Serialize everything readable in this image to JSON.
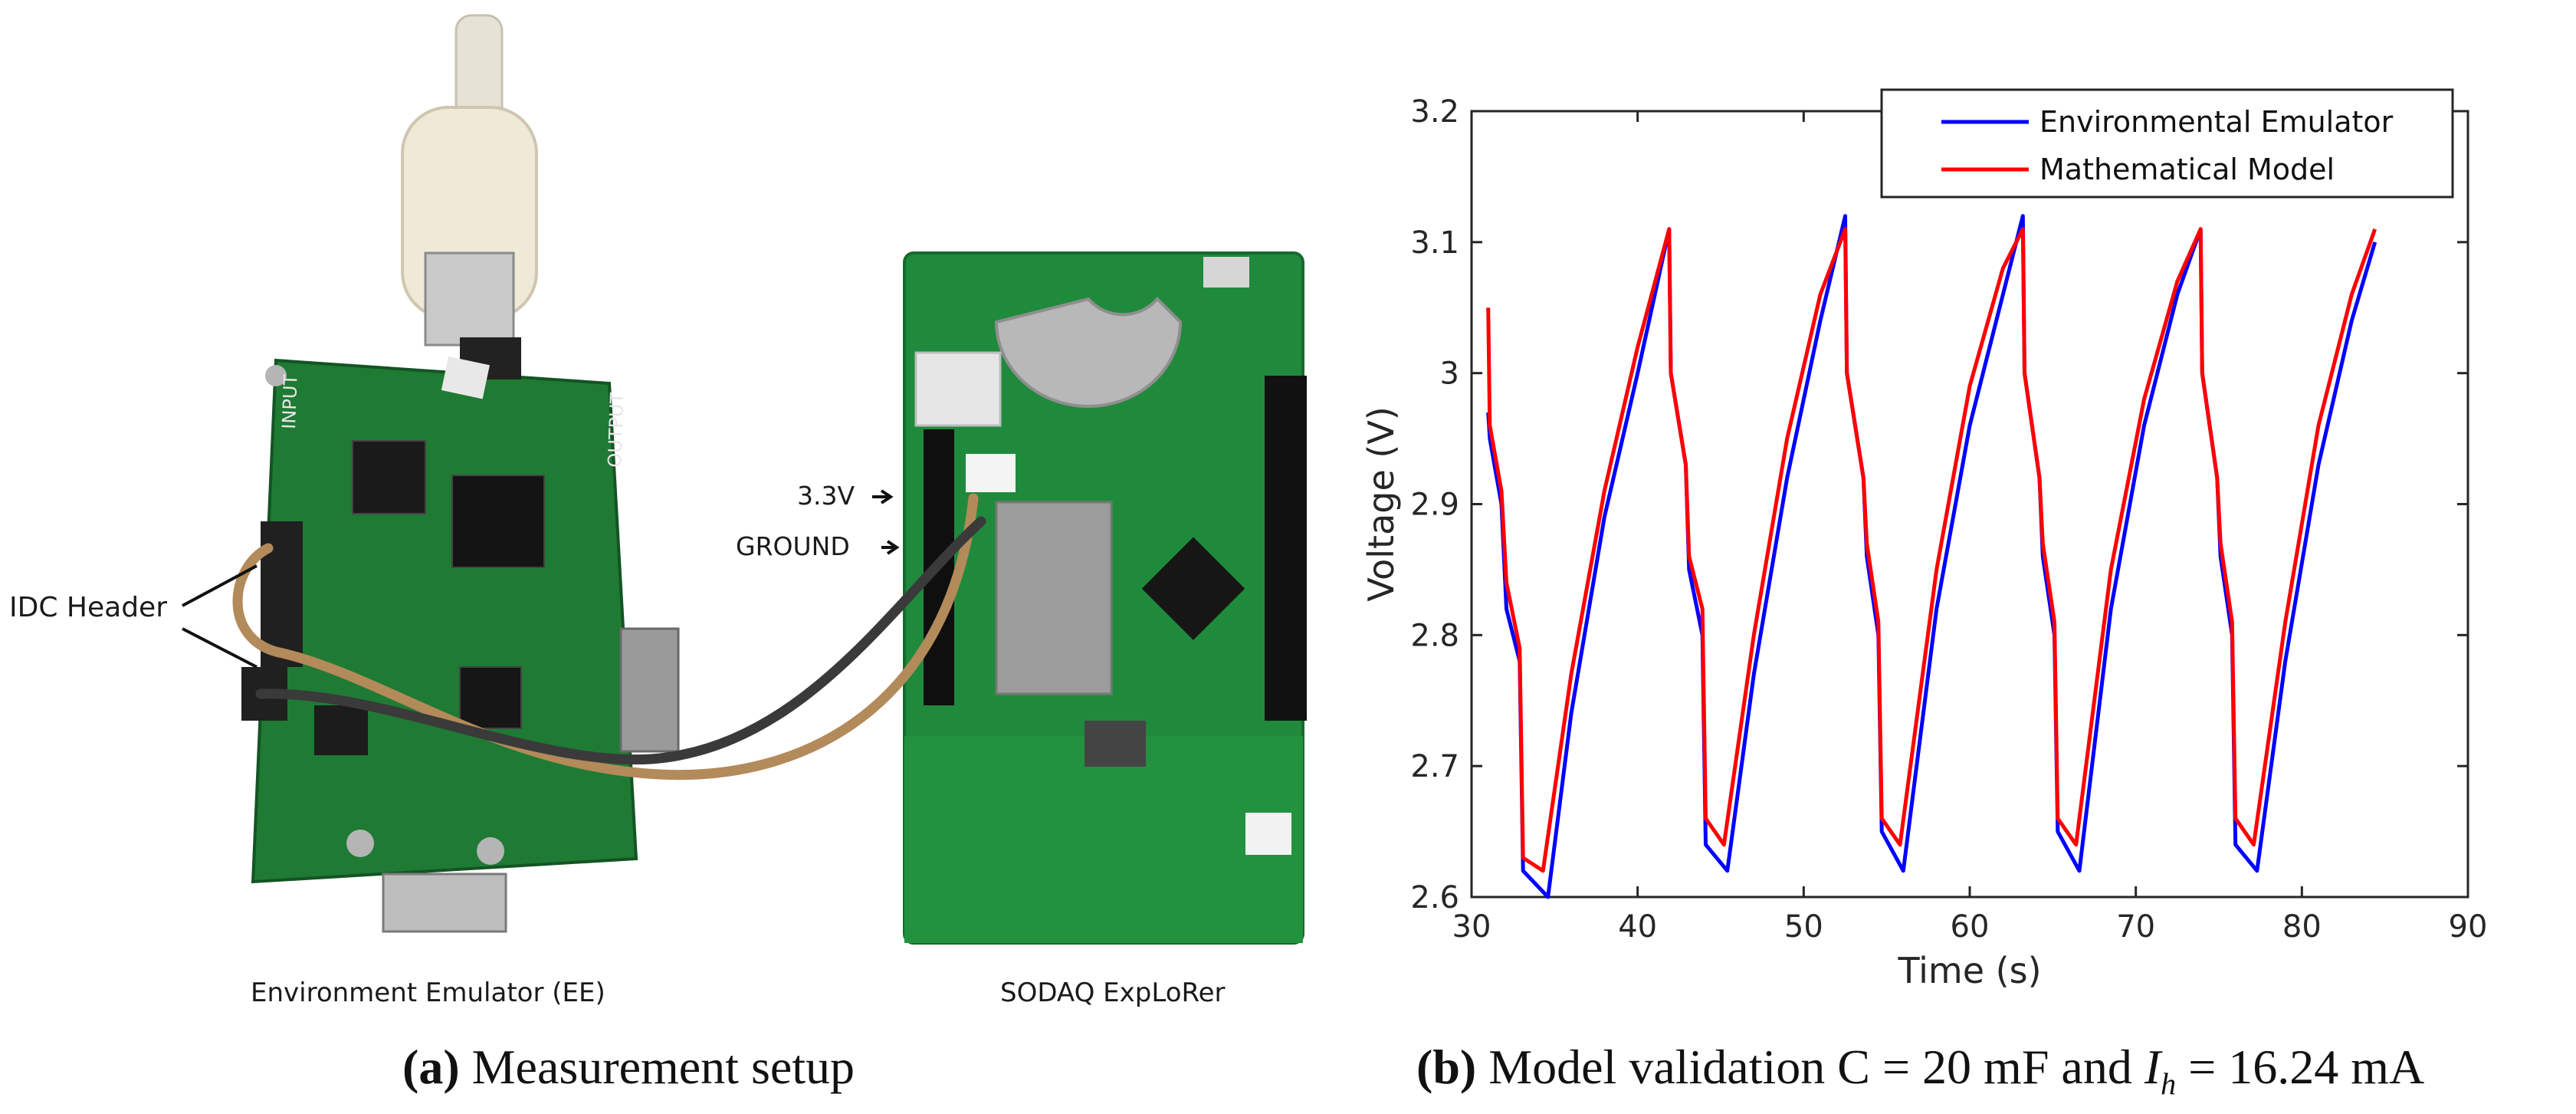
{
  "panel_a": {
    "labels": {
      "idc_header": "IDC Header",
      "v33": "3.3V",
      "ground": "GROUND",
      "ee": "Environment Emulator (EE)",
      "sodaq": "SODAQ ExpLoRer"
    },
    "caption": {
      "letter": "(a)",
      "text": "Measurement setup"
    },
    "board_silkscreen": {
      "input": "INPUT",
      "output": "OUTPUT"
    },
    "colors": {
      "pcb_green": "#1f7a34",
      "wire_brown": "#b38a5a",
      "wire_black": "#3a3a3a"
    }
  },
  "panel_b": {
    "caption": {
      "letter": "(b)",
      "text_before": "Model validation C = 20 mF and ",
      "ih_main": "I",
      "ih_sub": "h",
      "text_after": " = 16.24 mA"
    }
  },
  "chart_data": {
    "type": "line",
    "xlabel": "Time (s)",
    "ylabel": "Voltage (V)",
    "xlim": [
      30,
      90
    ],
    "ylim": [
      2.6,
      3.2
    ],
    "xticks": [
      "30",
      "40",
      "50",
      "60",
      "70",
      "80",
      "90"
    ],
    "yticks": [
      "2.6",
      "2.7",
      "2.8",
      "2.9",
      "3",
      "3.1",
      "3.2"
    ],
    "legend_position": "top-right",
    "grid": false,
    "series": [
      {
        "name": "Environmental Emulator",
        "color": "#0000ff",
        "x": [
          31.0,
          31.1,
          31.8,
          32.1,
          32.9,
          33.1,
          34.6,
          36.0,
          38.0,
          40.0,
          41.9,
          42.0,
          42.9,
          43.1,
          43.9,
          44.1,
          45.4,
          47.0,
          49.0,
          51.0,
          52.5,
          52.6,
          53.6,
          53.8,
          54.5,
          54.7,
          56.0,
          58.0,
          60.0,
          62.0,
          63.2,
          63.3,
          64.2,
          64.4,
          65.1,
          65.3,
          66.6,
          68.5,
          70.5,
          72.5,
          73.9,
          74.0,
          74.9,
          75.1,
          75.8,
          76.0,
          77.3,
          79.0,
          81.0,
          83.0,
          84.4
        ],
        "y": [
          2.97,
          2.95,
          2.9,
          2.82,
          2.78,
          2.62,
          2.6,
          2.74,
          2.89,
          3.0,
          3.11,
          3.0,
          2.93,
          2.85,
          2.8,
          2.64,
          2.62,
          2.77,
          2.92,
          3.04,
          3.12,
          3.0,
          2.92,
          2.86,
          2.8,
          2.65,
          2.62,
          2.82,
          2.96,
          3.06,
          3.12,
          3.0,
          2.92,
          2.86,
          2.8,
          2.65,
          2.62,
          2.82,
          2.96,
          3.06,
          3.11,
          3.0,
          2.92,
          2.86,
          2.8,
          2.64,
          2.62,
          2.78,
          2.93,
          3.04,
          3.1
        ]
      },
      {
        "name": "Mathematical Model",
        "color": "#ff0000",
        "x": [
          31.0,
          31.1,
          31.8,
          32.1,
          32.9,
          33.1,
          34.3,
          36.0,
          38.0,
          40.0,
          41.9,
          42.0,
          42.9,
          43.1,
          43.9,
          44.1,
          45.2,
          47.0,
          49.0,
          51.0,
          52.5,
          52.6,
          53.6,
          53.8,
          54.5,
          54.7,
          55.8,
          58.0,
          60.0,
          62.0,
          63.2,
          63.3,
          64.2,
          64.4,
          65.1,
          65.3,
          66.4,
          68.5,
          70.5,
          72.5,
          73.9,
          74.0,
          74.9,
          75.1,
          75.8,
          76.0,
          77.1,
          79.0,
          81.0,
          83.0,
          84.4
        ],
        "y": [
          3.05,
          2.96,
          2.91,
          2.84,
          2.79,
          2.63,
          2.62,
          2.77,
          2.91,
          3.02,
          3.11,
          3.0,
          2.93,
          2.86,
          2.82,
          2.66,
          2.64,
          2.8,
          2.95,
          3.06,
          3.11,
          3.0,
          2.92,
          2.87,
          2.81,
          2.66,
          2.64,
          2.85,
          2.99,
          3.08,
          3.11,
          3.0,
          2.92,
          2.87,
          2.81,
          2.66,
          2.64,
          2.85,
          2.98,
          3.07,
          3.11,
          3.0,
          2.92,
          2.87,
          2.81,
          2.66,
          2.64,
          2.81,
          2.96,
          3.06,
          3.11
        ]
      }
    ]
  }
}
